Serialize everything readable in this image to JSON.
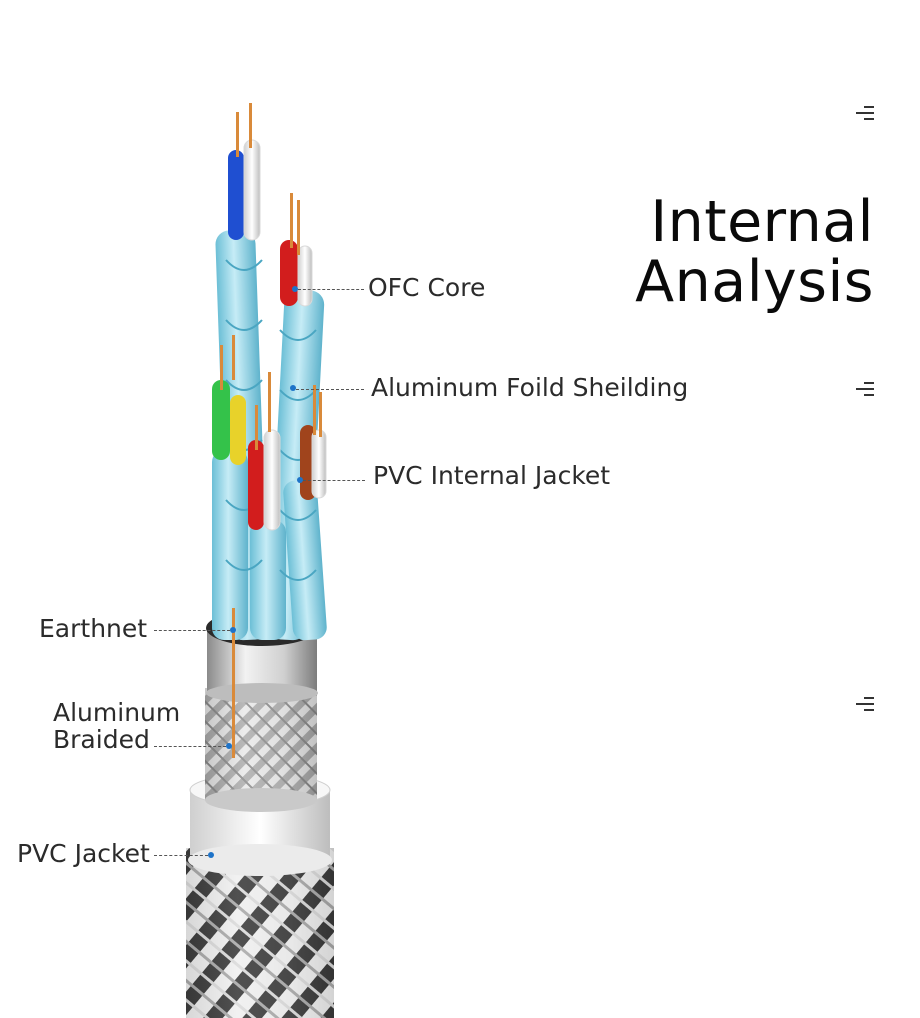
{
  "title": {
    "line1": "Internal",
    "line2": "Analysis"
  },
  "labels": {
    "ofc_core": "OFC Core",
    "aluminum_foil": "Aluminum Foild Sheilding",
    "pvc_internal": "PVC Internal Jacket",
    "earthnet": "Earthnet",
    "aluminum_braided_line1": "Aluminum",
    "aluminum_braided_line2": "Braided",
    "pvc_jacket": "PVC Jacket"
  },
  "colors": {
    "foil": "#8fd3e6",
    "copper": "#d98a3a",
    "wire_blue": "#1f4fd1",
    "wire_red": "#d21d1d",
    "wire_green": "#34c24a",
    "wire_yellow": "#e8d22a",
    "wire_brown": "#a0441c",
    "accent_dot": "#1e73c8"
  }
}
